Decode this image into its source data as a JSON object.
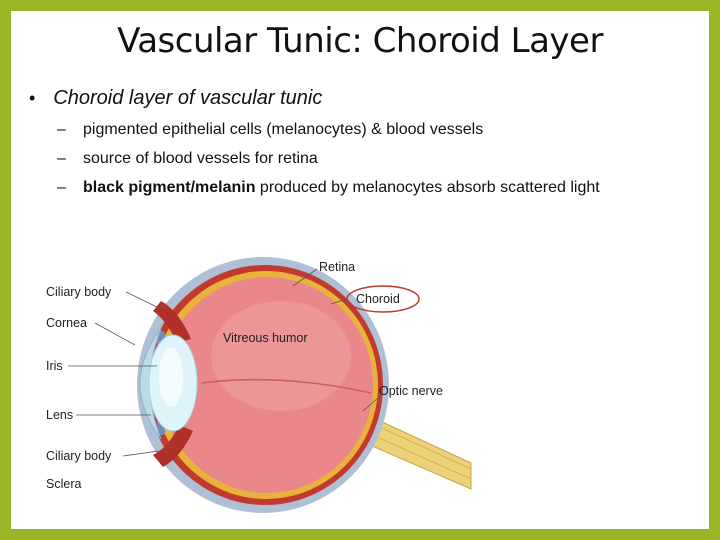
{
  "slide": {
    "title": "Vascular Tunic: Choroid Layer",
    "bullet": "Choroid layer of vascular tunic",
    "sub_items": [
      {
        "dash": "–",
        "text": "pigmented epithelial cells (melanocytes) & blood vessels"
      },
      {
        "dash": "–",
        "text": "source of blood vessels for retina"
      },
      {
        "dash": "–",
        "bold": "black pigment/melanin",
        "text": " produced by melanocytes absorb scattered light"
      }
    ]
  },
  "diagram": {
    "labels": {
      "ciliary_body_top": "Ciliary body",
      "cornea": "Cornea",
      "iris": "Iris",
      "lens": "Lens",
      "ciliary_body_bottom": "Ciliary body",
      "sclera": "Sclera",
      "retina": "Retina",
      "choroid": "Choroid",
      "vitreous_humor": "Vitreous humor",
      "optic_nerve": "Optic nerve"
    },
    "colors": {
      "background": "#9ab526",
      "sclera": "#aebfd6",
      "choroid": "#c23a2e",
      "retina": "#e8b23c",
      "vitreous": "#e9878a",
      "lens": "#dff3fb",
      "cornea": "#b9dbea",
      "optic_nerve": "#ecd27a",
      "highlight_ellipse": "#c0392b"
    }
  }
}
